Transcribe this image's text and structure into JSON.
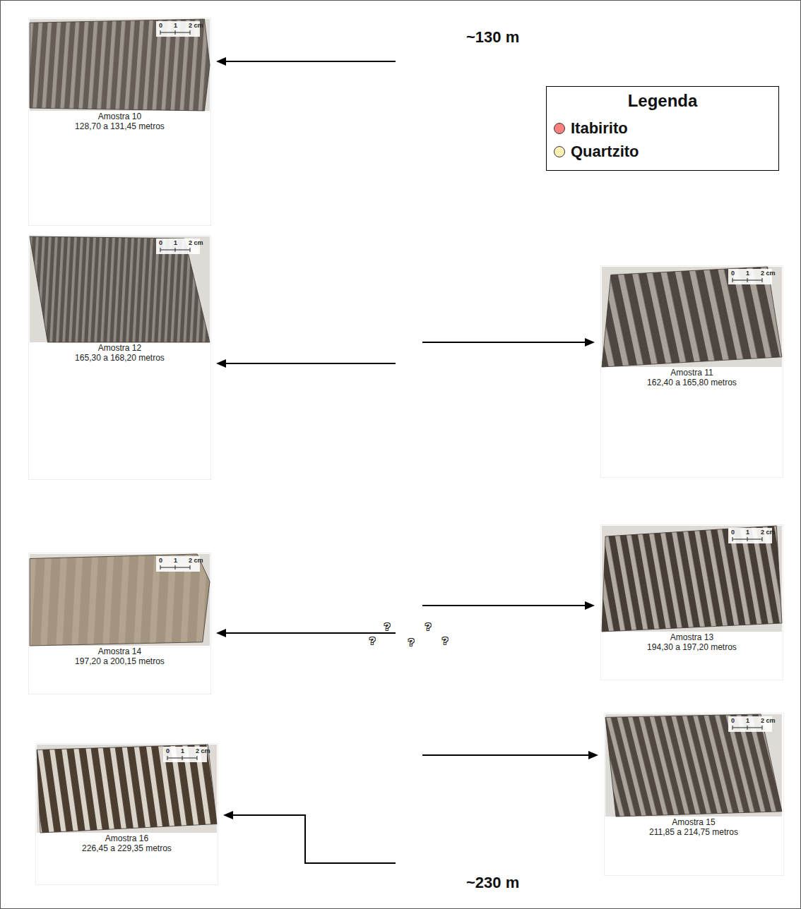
{
  "diagram": {
    "nodes": [
      {
        "text": [
          "~130 m",
          "~230 m"
        ]
      },
      {
        "text": [
          "?",
          "?",
          "?",
          "?",
          "?"
        ],
        "in": 0
      },
      {
        "text": [
          "Amostra 10",
          "128,70 a 131,45 metros"
        ]
      },
      {
        "text": [
          "Amostra 12",
          "165,30 a 168,20 metros"
        ]
      },
      {
        "text": [
          "Amostra 11",
          "162,40 a 165,80 metros"
        ]
      },
      {
        "text": [
          "Amostra 13",
          "194,30 a 197,20 metros"
        ]
      },
      {
        "text": [
          "Amostra 14",
          "197,20 a 200,15 metros"
        ]
      },
      {
        "text": [
          "Amostra 15",
          "211,85 a 214,75 metros"
        ]
      },
      {
        "text": [
          "Amostra 16",
          "226,45 a 229,35 metros"
        ]
      }
    ],
    "edges": [
      {
        "from": 0,
        "to": 2,
        "arrow": "to"
      },
      {
        "from": 0,
        "to": 3,
        "arrow": "to"
      },
      {
        "from": 0,
        "to": 4,
        "arrow": "to"
      },
      {
        "from": 0,
        "to": 5,
        "arrow": "to"
      },
      {
        "from": 1,
        "to": 6,
        "arrow": "to"
      },
      {
        "from": 0,
        "to": 7,
        "arrow": "to"
      },
      {
        "from": 0,
        "to": 8,
        "arrow": "to"
      }
    ],
    "labels": [
      "Legenda",
      "0",
      "1",
      "2 cm",
      "0",
      "1",
      "2 cm",
      "0",
      "1",
      "2 cm",
      "0",
      "1",
      "2 cm",
      "0",
      "1",
      "2 cm",
      "0",
      "1",
      "2 cm",
      "0",
      "1",
      "2 cm"
    ],
    "legend": [
      {
        "text": "Itabirito",
        "color": "#fe8080"
      },
      {
        "text": "Quartzito",
        "color": "#fdf0b4"
      }
    ]
  }
}
